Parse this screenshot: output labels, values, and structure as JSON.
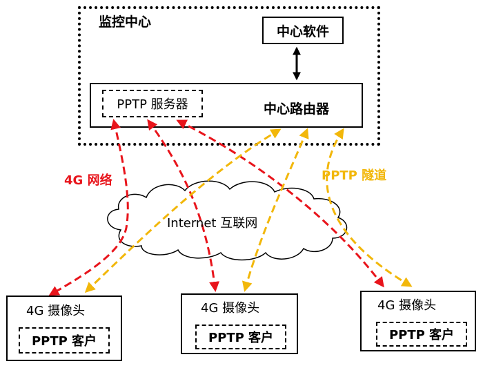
{
  "colors": {
    "network_arrow": "#e8141b",
    "tunnel_arrow": "#f2b70a",
    "line": "#000000",
    "network_label": "#e8141b",
    "tunnel_label": "#f2b70a"
  },
  "monitoring_center": {
    "title": "监控中心",
    "software_label": "中心软件",
    "pptp_server_label": "PPTP 服务器",
    "router_label": "中心路由器"
  },
  "cloud": {
    "label": "Internet 互联网"
  },
  "labels": {
    "network": "4G 网络",
    "tunnel": "PPTP 隧道"
  },
  "cameras": [
    {
      "title": "4G 摄像头",
      "client_label": "PPTP 客户"
    },
    {
      "title": "4G 摄像头",
      "client_label": "PPTP 客户"
    },
    {
      "title": "4G 摄像头",
      "client_label": "PPTP 客户"
    }
  ]
}
